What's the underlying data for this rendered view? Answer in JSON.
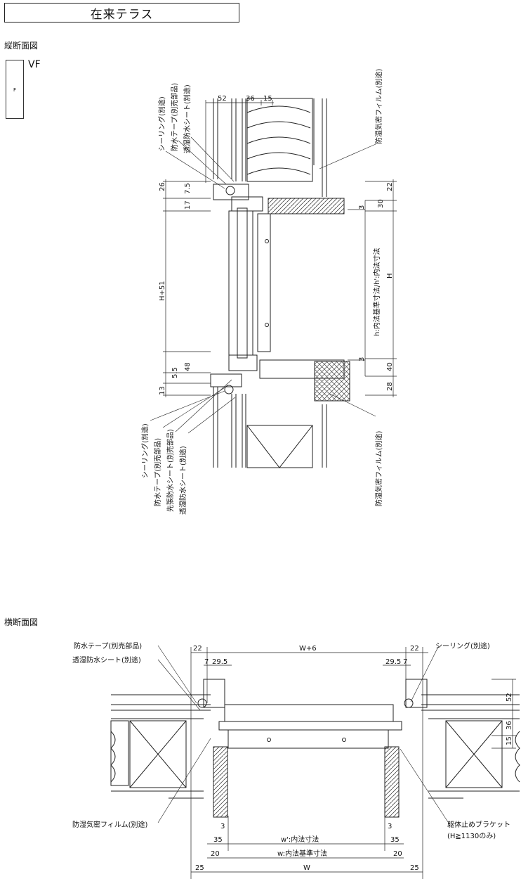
{
  "title": "在来テラス",
  "sections": {
    "vertical": "縦断面図",
    "horizontal": "横断面図"
  },
  "vf_type": {
    "label": "VF",
    "panel": "F"
  },
  "vertical_callouts_top": [
    "シーリング(別途)",
    "防水テープ(別売部品)",
    "透湿防水シート(別途)"
  ],
  "vertical_callout_right_top": "防湿気密フィルム(別途)",
  "vertical_callouts_bottom": [
    "シーリング(別途)",
    "防水テープ(別売部品)",
    "先張防水シート(別売部品)",
    "透湿防水シート(別途)"
  ],
  "vertical_callout_right_bottom": "防湿気密フィルム(別途)",
  "vertical_dims": {
    "top": [
      "52",
      "36",
      "15"
    ],
    "left": [
      "26",
      "7.5",
      "17",
      "H+51",
      "48",
      "5.5",
      "13"
    ],
    "right": [
      "22",
      "3",
      "30",
      "H",
      "3",
      "40",
      "28"
    ],
    "inner": "h:内法基準寸法/h':内法寸法"
  },
  "horizontal_callouts_left": [
    "防水テープ(別売部品)",
    "透湿防水シート(別途)",
    "防湿気密フィルム(別途)"
  ],
  "horizontal_callout_right_top": "シーリング(別途)",
  "horizontal_callout_right_bottom": [
    "躯体止めブラケット",
    "(H≧1130のみ)"
  ],
  "horizontal_dims": {
    "top": [
      "22",
      "W+6",
      "22"
    ],
    "sub": [
      "7",
      "29.5",
      "29.5",
      "7"
    ],
    "right": [
      "52",
      "36",
      "15"
    ],
    "bottom_3": [
      "3",
      "3"
    ],
    "row1": [
      "35",
      "w':内法寸法",
      "35"
    ],
    "row2": [
      "20",
      "w:内法基準寸法",
      "20"
    ],
    "row3": [
      "25",
      "W",
      "25"
    ]
  }
}
